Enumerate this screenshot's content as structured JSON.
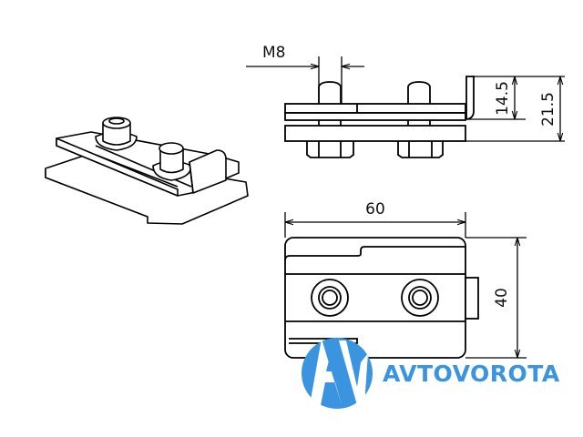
{
  "dimensions": {
    "thread": "M8",
    "height_inner": "14.5",
    "height_total": "21.5",
    "width": "60",
    "depth": "40"
  },
  "logo": {
    "brand": "AVTOVOROTA",
    "color": "#3b94e0"
  }
}
